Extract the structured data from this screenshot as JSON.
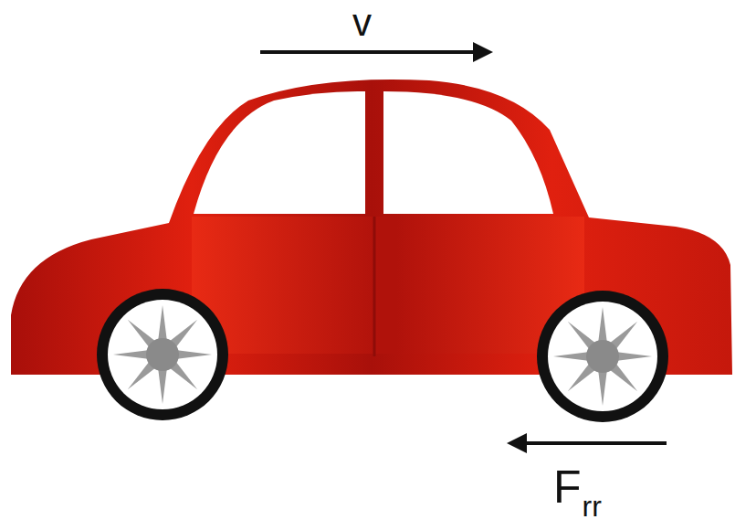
{
  "diagram": {
    "labels": [
      "v",
      "F",
      "rr"
    ]
  }
}
